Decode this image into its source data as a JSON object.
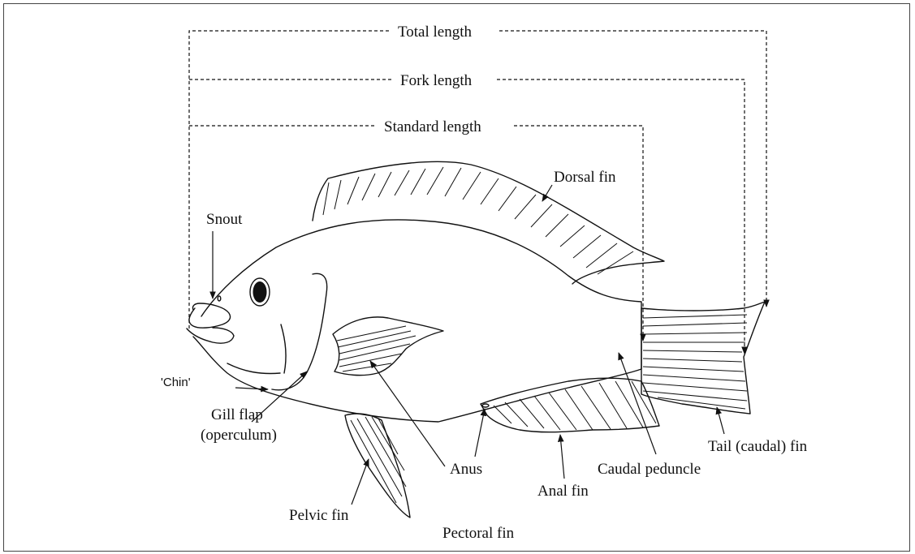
{
  "measurements": {
    "total": "Total length",
    "fork": "Fork length",
    "standard": "Standard length"
  },
  "parts": {
    "dorsal": "Dorsal fin",
    "snout": "Snout",
    "chin": "'Chin'",
    "gill1": "Gill flap",
    "gill2": "(operculum)",
    "tail": "Tail (caudal) fin",
    "anus": "Anus",
    "peduncle": "Caudal peduncle",
    "anal": "Anal fin",
    "pelvic": "Pelvic fin",
    "pectoral": "Pectoral fin"
  }
}
